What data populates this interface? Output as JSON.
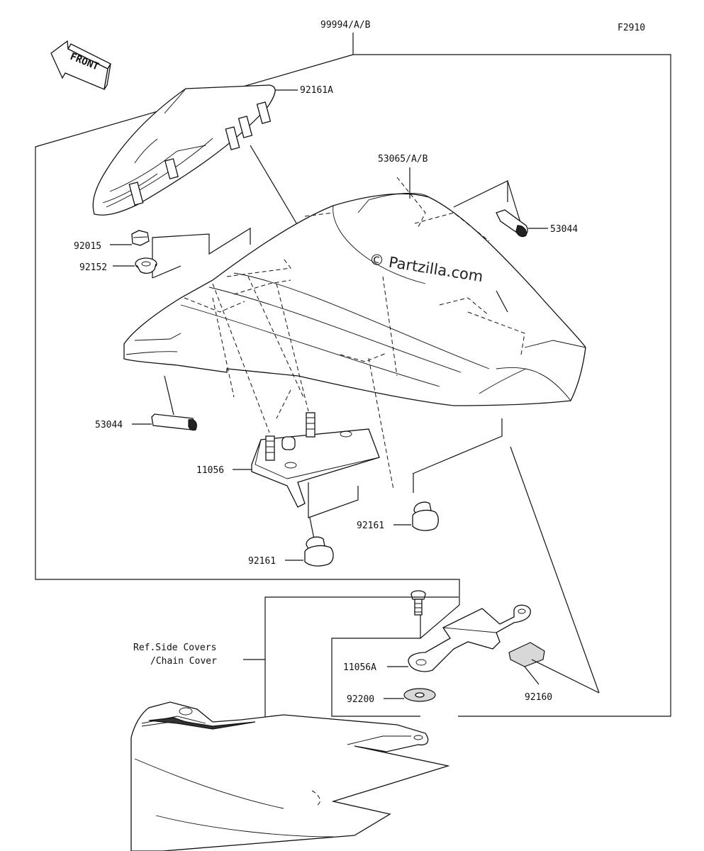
{
  "figure_code": "F2910",
  "front_label": "FRONT",
  "watermark": "© Partzilla.com",
  "reference_note": {
    "line1": "Ref.Side Covers",
    "line2": "/Chain Cover"
  },
  "parts": [
    {
      "id": "p-99994",
      "number": "99994/A/B"
    },
    {
      "id": "p-92161a",
      "number": "92161A"
    },
    {
      "id": "p-53065",
      "number": "53065/A/B"
    },
    {
      "id": "p-53044-right",
      "number": "53044"
    },
    {
      "id": "p-92015",
      "number": "92015"
    },
    {
      "id": "p-92152",
      "number": "92152"
    },
    {
      "id": "p-53044-left",
      "number": "53044"
    },
    {
      "id": "p-11056",
      "number": "11056"
    },
    {
      "id": "p-92161-right",
      "number": "92161"
    },
    {
      "id": "p-92161-left",
      "number": "92161"
    },
    {
      "id": "p-11056a",
      "number": "11056A"
    },
    {
      "id": "p-92200",
      "number": "92200"
    },
    {
      "id": "p-92160",
      "number": "92160"
    }
  ]
}
